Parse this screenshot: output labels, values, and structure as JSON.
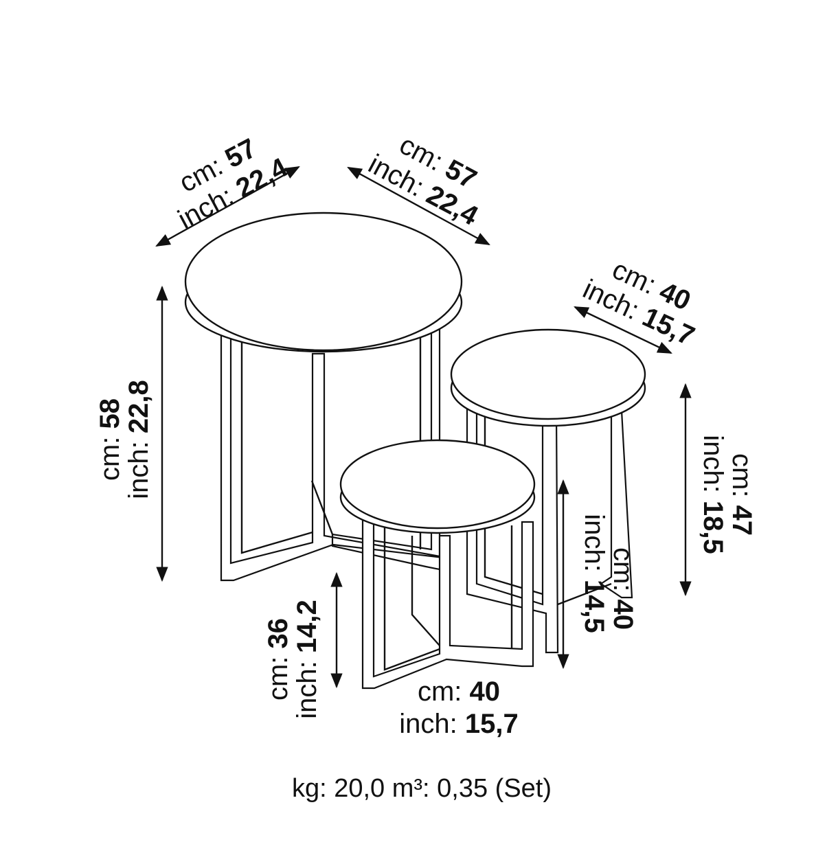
{
  "dimensions": {
    "large_width": {
      "cm_label": "cm: ",
      "cm": "57",
      "inch_label": "inch: ",
      "inch": "22,4"
    },
    "large_depth": {
      "cm_label": "cm: ",
      "cm": "57",
      "inch_label": "inch: ",
      "inch": "22,4"
    },
    "large_height": {
      "cm_label": "cm: ",
      "cm": "58",
      "inch_label": "inch: ",
      "inch": "22,8"
    },
    "medium_diameter": {
      "cm_label": "cm: ",
      "cm": "40",
      "inch_label": "inch: ",
      "inch": "15,7"
    },
    "medium_height": {
      "cm_label": "cm: ",
      "cm": "47",
      "inch_label": "inch: ",
      "inch": "18,5"
    },
    "medium_inner_height": {
      "cm_label": "cm: ",
      "cm": "40",
      "inch_label": "inch: ",
      "inch": "14,5"
    },
    "small_height": {
      "cm_label": "cm: ",
      "cm": "36",
      "inch_label": "inch: ",
      "inch": "14,2"
    },
    "small_diameter": {
      "cm_label": "cm: ",
      "cm": "40",
      "inch_label": "inch: ",
      "inch": "15,7"
    }
  },
  "footer": "kg: 20,0 m³: 0,35 (Set)"
}
